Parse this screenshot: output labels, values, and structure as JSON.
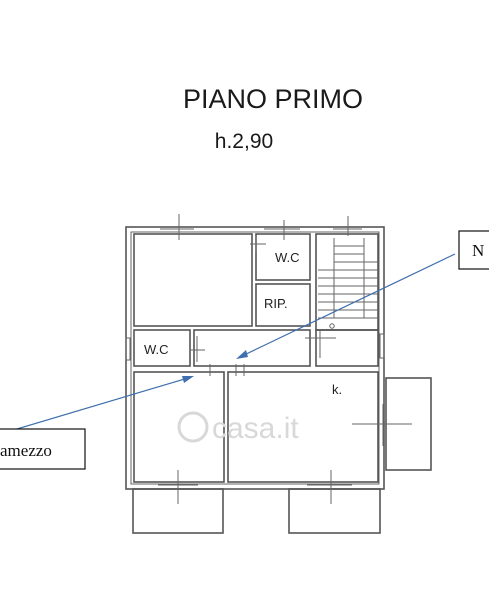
{
  "title": "PIANO PRIMO",
  "height": "h.2,90",
  "rooms": {
    "wc_upper": "W.C",
    "rip": "RIP.",
    "wc_left": "W.C",
    "kitchen": "k."
  },
  "callouts": {
    "left": "amezzo",
    "right": "N"
  },
  "watermark": "casa.it",
  "colors": {
    "arrow": "#3f6fae",
    "wall": "#555555"
  }
}
